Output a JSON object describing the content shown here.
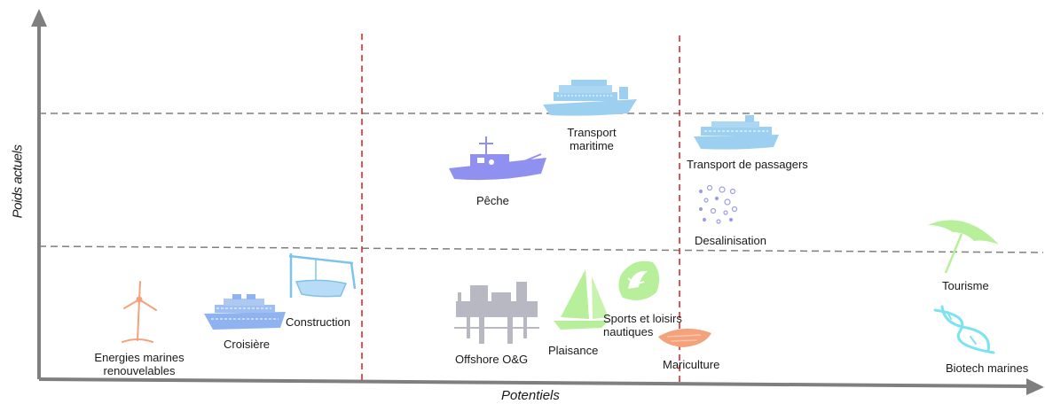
{
  "axes": {
    "x_label": "Potentiels",
    "y_label": "Poids actuels"
  },
  "colors": {
    "axis": "#7f7f7f",
    "divider_red": "#e11b1b",
    "divider_gray": "#7f7f7f",
    "blue_light": "#9ccff0",
    "blue_mid": "#8fb2f0",
    "periwinkle": "#8f90f0",
    "green_light": "#b8ef9a",
    "gray_icon": "#b8b8c2",
    "orange": "#f3a27c",
    "cyan": "#7ee3f0"
  },
  "sectors": [
    {
      "id": "energies-marines",
      "label_lines": [
        "Energies marines",
        "renouvelables"
      ],
      "icon": "wind-turbine-icon"
    },
    {
      "id": "croisiere",
      "label_lines": [
        "Croisière"
      ],
      "icon": "cruise-ship-icon"
    },
    {
      "id": "construction",
      "label_lines": [
        "Construction"
      ],
      "icon": "shipyard-crane-icon"
    },
    {
      "id": "offshore",
      "label_lines": [
        "Offshore O&G"
      ],
      "icon": "oil-platform-icon"
    },
    {
      "id": "plaisance",
      "label_lines": [
        "Plaisance"
      ],
      "icon": "sailboat-icon"
    },
    {
      "id": "sports-loisirs",
      "label_lines": [
        "Sports et loisirs",
        "nautiques"
      ],
      "icon": "wave-surf-icon"
    },
    {
      "id": "mariculture",
      "label_lines": [
        "Mariculture"
      ],
      "icon": "shellfish-icon"
    },
    {
      "id": "peche",
      "label_lines": [
        "Pêche"
      ],
      "icon": "fishing-boat-icon"
    },
    {
      "id": "transport-maritime",
      "label_lines": [
        "Transport",
        "maritime"
      ],
      "icon": "container-ship-icon"
    },
    {
      "id": "transport-passagers",
      "label_lines": [
        "Transport de passagers"
      ],
      "icon": "ferry-icon"
    },
    {
      "id": "desalinisation",
      "label_lines": [
        "Desalinisation"
      ],
      "icon": "water-droplets-icon"
    },
    {
      "id": "tourisme",
      "label_lines": [
        "Tourisme"
      ],
      "icon": "beach-umbrella-icon"
    },
    {
      "id": "biotech",
      "label_lines": [
        "Biotech marines"
      ],
      "icon": "dna-helix-icon"
    }
  ]
}
